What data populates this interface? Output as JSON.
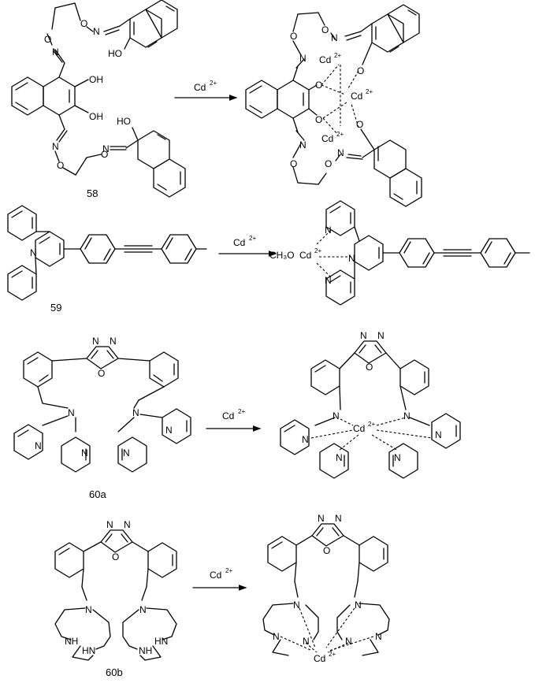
{
  "reagent": {
    "text": "Cd",
    "charge": "2+"
  },
  "compound_labels": [
    "58",
    "59",
    "60a",
    "60b"
  ],
  "atoms": {
    "N": "N",
    "O": "O",
    "HO": "HO",
    "OH": "OH",
    "NH": "NH",
    "HN": "HN",
    "Cd": "Cd",
    "methoxy": "CH₃O"
  },
  "arrow_icon": "reaction-arrow-icon",
  "colors": {
    "ink": "#000000",
    "background": "#ffffff"
  }
}
